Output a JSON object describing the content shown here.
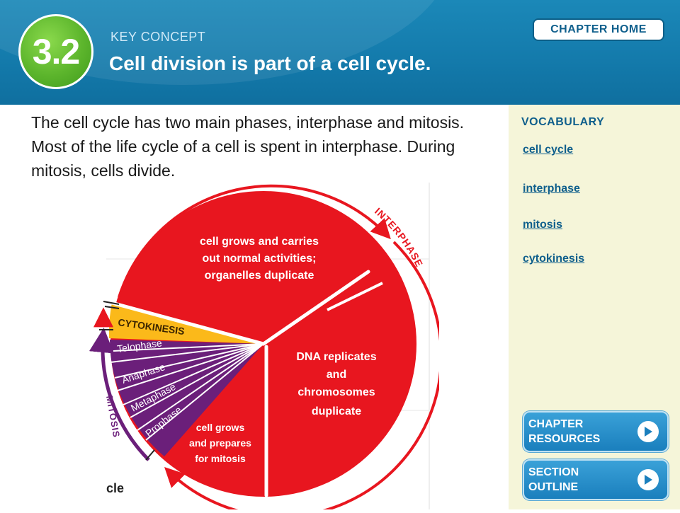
{
  "header": {
    "section_number": "3.2",
    "key_concept_label": "KEY CONCEPT",
    "title": "Cell division is part of a cell cycle.",
    "chapter_home_label": "CHAPTER HOME"
  },
  "main": {
    "body_text": "The cell cycle has two main phases, interphase and mitosis. Most of the life cycle of a cell is spent in interphase. During mitosis, cells divide."
  },
  "diagram": {
    "interphase_label": "INTERPHASE",
    "mitosis_label": "MITOSIS",
    "cytokinesis_label": "CYTOKINESIS",
    "phases": [
      "Telophase",
      "Anaphase",
      "Metaphase",
      "Prophase"
    ],
    "g1_text": [
      "cell grows and carries",
      "out normal activities;",
      "organelles duplicate"
    ],
    "s_text": [
      "DNA replicates",
      "and",
      "chromosomes",
      "duplicate"
    ],
    "g2_text": [
      "cell grows",
      "and prepares",
      "for mitosis"
    ],
    "caption_fragment": "cle",
    "colors": {
      "red": "#e8161f",
      "purple": "#6b1f7a",
      "yellow": "#fbb91a",
      "accent": "#147bac"
    }
  },
  "sidebar": {
    "vocab_title": "VOCABULARY",
    "vocab_items": [
      "cell cycle",
      "interphase",
      "mitosis",
      "cytokinesis"
    ],
    "buttons": {
      "chapter_resources": [
        "CHAPTER",
        "RESOURCES"
      ],
      "section_outline": [
        "SECTION",
        "OUTLINE"
      ]
    }
  }
}
